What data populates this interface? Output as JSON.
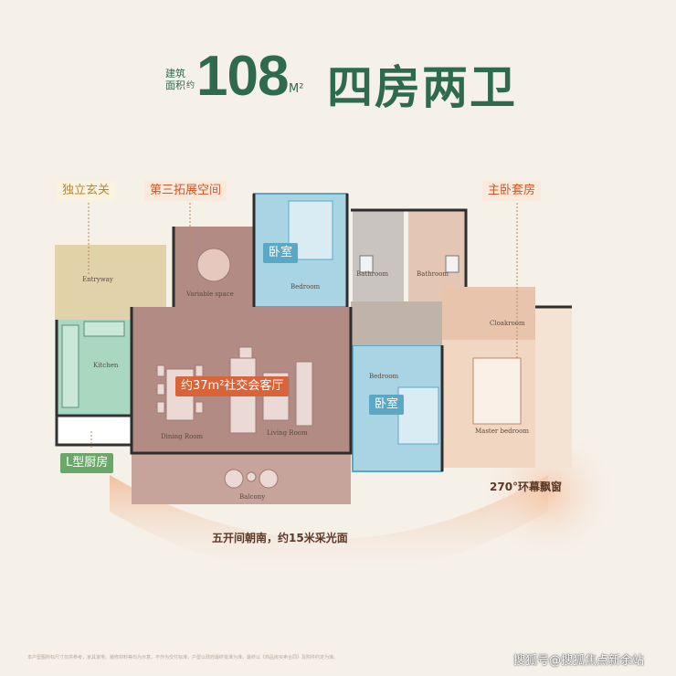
{
  "title": {
    "area_prefix": [
      "建筑",
      "面积",
      "约"
    ],
    "area_number": "108",
    "area_unit": "M²",
    "layout_name": "四房两卫"
  },
  "callouts": {
    "entryway": "独立玄关",
    "third_space": "第三拓展空间",
    "master_suite": "主卧套房",
    "bedroom_1": "卧室",
    "bedroom_2": "卧室",
    "living_hall": "约37m²社交会客厅",
    "l_kitchen": "L型厨房",
    "bay_window": "270°环幕飘窗",
    "south_facing": "五开间朝南，约15米采光面"
  },
  "room_labels": {
    "entryway": "Entryway",
    "variable_space": "Variable space",
    "bedroom": "Bedroom",
    "bathroom_1": "Bathroom",
    "bathroom_2": "Bathroom",
    "cloakroom": "Cloakroom",
    "kitchen": "Kitchen",
    "bedroom_2": "Bedroom",
    "master_bedroom": "Master bedroom",
    "dining_room": "Dining Room",
    "living_room": "Living Room",
    "balcony": "Balcony"
  },
  "footnote": "本户型图所标尺寸仅供参考，家具家电、装修材料等均为示意，不作为交付标准，户型以政府最终批准为准，最终以《商品房买卖合同》及附件约定为准。",
  "watermark": "搜狐号@搜狐焦点新余站",
  "colors": {
    "title_green": "#2e6b4e",
    "living_rose": "#b28b84",
    "bedroom_blue": "#a9d4e4",
    "kitchen_green": "#a9d7c0",
    "master_peach": "#f1d6c2",
    "bathroom_grey": "#c9c4bf"
  }
}
